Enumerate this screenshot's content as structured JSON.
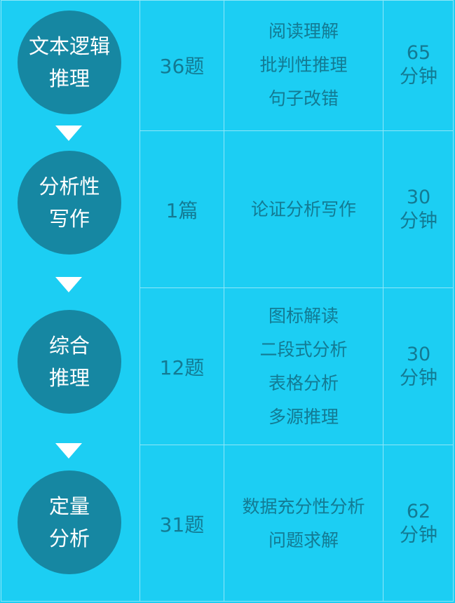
{
  "colors": {
    "background": "#1ccef3",
    "circle": "#1687a2",
    "text": "#137a93",
    "gridline": "#8ee6f8",
    "circle_text": "#ffffff",
    "arrow": "#ffffff"
  },
  "sections": [
    {
      "name": [
        "文本逻辑",
        "推理"
      ],
      "count": "36题",
      "topics": [
        "阅读理解",
        "批判性推理",
        "句子改错"
      ],
      "time_value": "65",
      "time_unit": "分钟"
    },
    {
      "name": [
        "分析性",
        "写作"
      ],
      "count": "1篇",
      "topics": [
        "论证分析写作"
      ],
      "time_value": "30",
      "time_unit": "分钟"
    },
    {
      "name": [
        "综合",
        "推理"
      ],
      "count": "12题",
      "topics": [
        "图标解读",
        "二段式分析",
        "表格分析",
        "多源推理"
      ],
      "time_value": "30",
      "time_unit": "分钟"
    },
    {
      "name": [
        "定量",
        "分析"
      ],
      "count": "31题",
      "topics": [
        "数据充分性分析",
        "问题求解"
      ],
      "time_value": "62",
      "time_unit": "分钟"
    }
  ]
}
